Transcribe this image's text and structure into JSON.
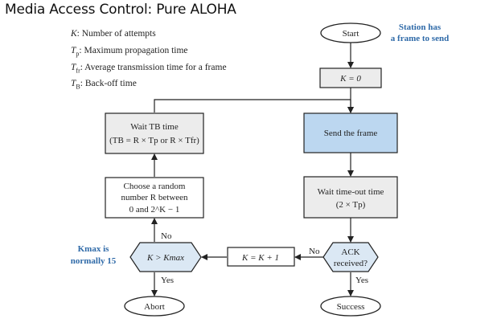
{
  "title": "Media Access Control: Pure ALOHA",
  "legend": [
    {
      "sym": "K",
      "sub": "",
      "text": ": Number of attempts"
    },
    {
      "sym": "T",
      "sub": "p",
      "text": ": Maximum propagation time"
    },
    {
      "sym": "T",
      "sub": "fr",
      "text": ": Average transmission time for a frame"
    },
    {
      "sym": "T",
      "sub": "B",
      "text": ": Back-off time"
    }
  ],
  "nodes": {
    "start": "Start",
    "k_init": "K = 0",
    "send": "Send the frame",
    "wait_timeout_1": "Wait time-out time",
    "wait_timeout_2": "(2 × Tp)",
    "ack_1": "ACK",
    "ack_2": "received?",
    "increment": "K = K + 1",
    "check_1": "K > Kmax",
    "choose_1": "Choose a random",
    "choose_2": "number R between",
    "choose_3": "0 and 2^K − 1",
    "wait_backoff_1": "Wait TB time",
    "wait_backoff_2": "(TB = R × Tp or R × Tfr)",
    "abort": "Abort",
    "success": "Success"
  },
  "edge_labels": {
    "ack_no": "No",
    "ack_yes": "Yes",
    "check_no": "No",
    "check_yes": "Yes"
  },
  "notes": {
    "station_1": "Station has",
    "station_2": "a frame to send",
    "kmax_1": "Kmax is",
    "kmax_2": "normally 15"
  },
  "colors": {
    "send_fill": "#bcd7f0",
    "decision_fill": "#dbe8f4",
    "process_fill": "#ececec",
    "note": "#2f6aa8"
  }
}
